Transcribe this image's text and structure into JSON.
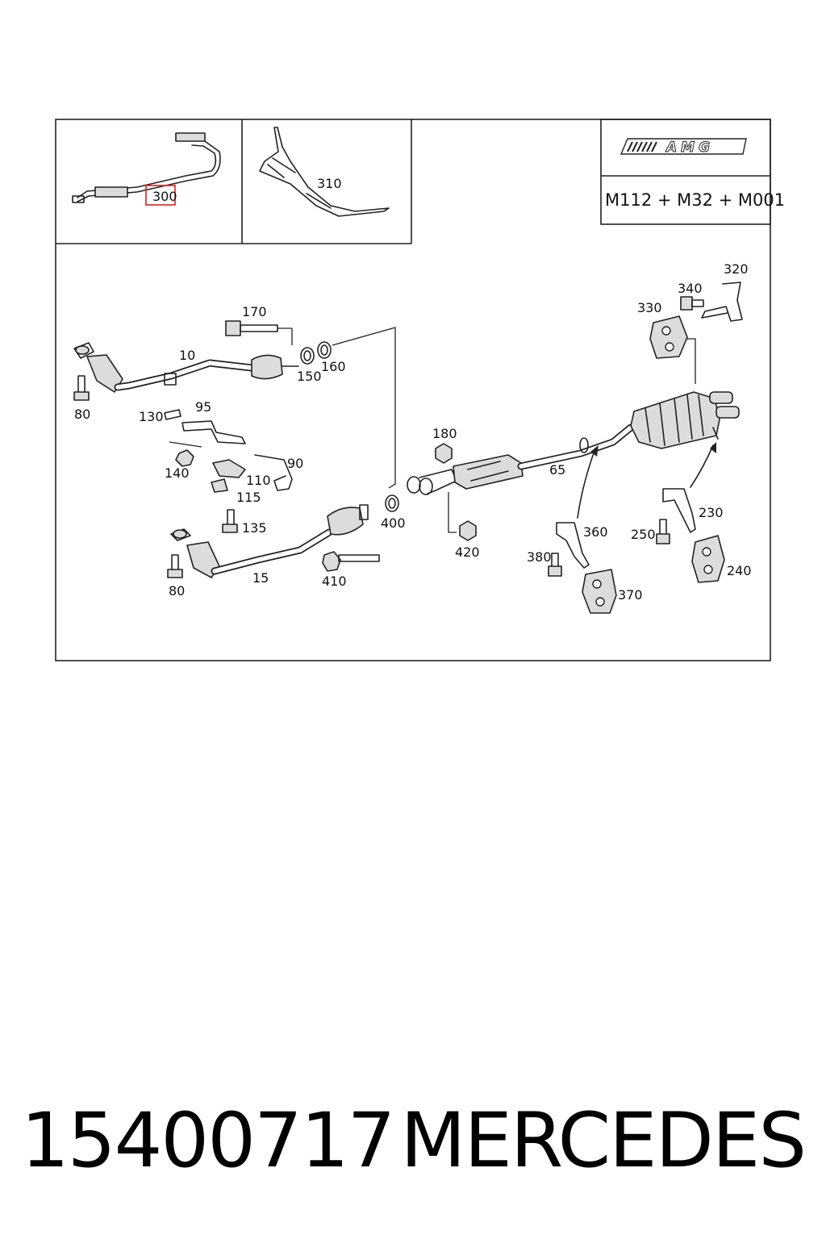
{
  "diagram": {
    "badge_logo": "AMG",
    "engine_code": "M112 + M32 + M001",
    "highlighted_callout": "300",
    "callouts": {
      "c300": "300",
      "c310": "310",
      "c320": "320",
      "c340": "340",
      "c330": "330",
      "c170": "170",
      "c10": "10",
      "c150": "150",
      "c160": "160",
      "c80a": "80",
      "c130": "130",
      "c95": "95",
      "c140": "140",
      "c90": "90",
      "c110": "110",
      "c115": "115",
      "c135": "135",
      "c80b": "80",
      "c15": "15",
      "c410": "410",
      "c400": "400",
      "c180": "180",
      "c420": "420",
      "c65": "65",
      "c360": "360",
      "c380": "380",
      "c370": "370",
      "c250": "250",
      "c230": "230",
      "c240": "240"
    }
  },
  "footer": {
    "part_number": "15400717",
    "brand": "MERCEDES"
  },
  "colors": {
    "highlight": "#e02020",
    "line": "#222222"
  }
}
